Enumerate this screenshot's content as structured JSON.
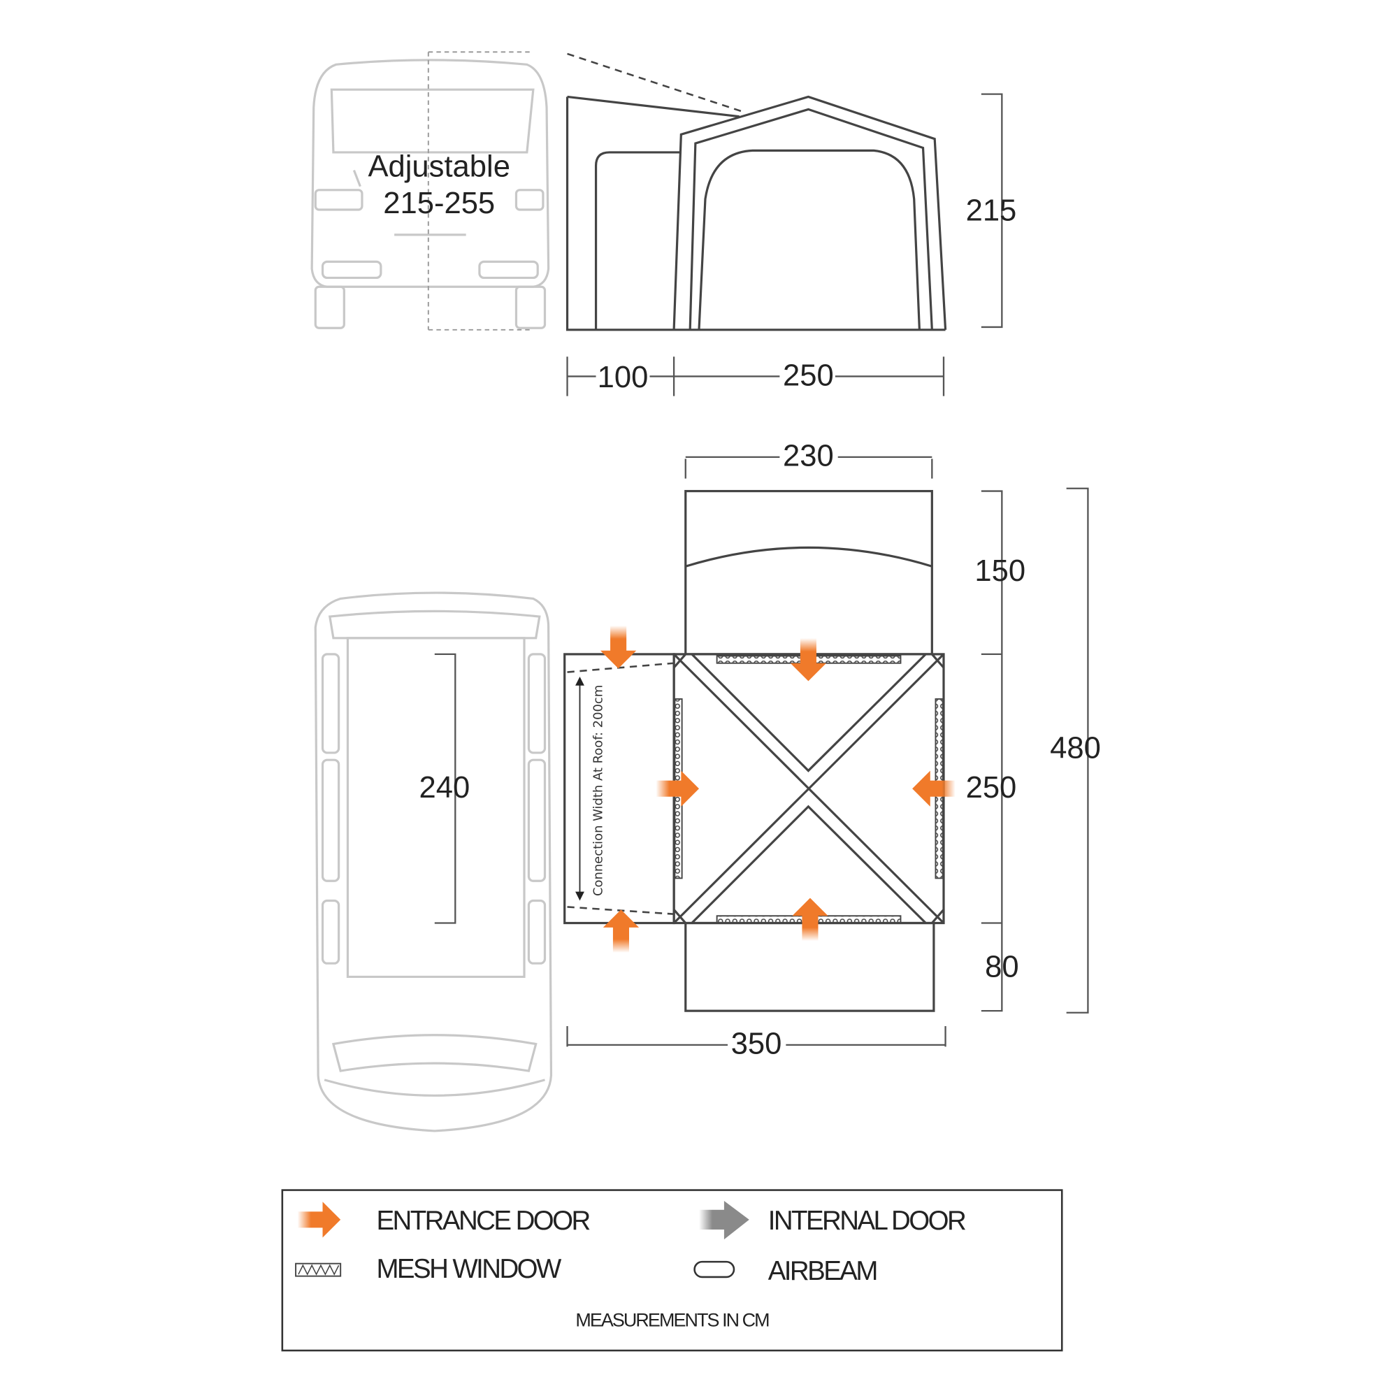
{
  "side_view": {
    "adjustable_label": "Adjustable",
    "adjustable_range": "215-255",
    "height": "215",
    "annex_length": "100",
    "tent_length": "250"
  },
  "plan_view": {
    "front_width": "230",
    "front_depth": "150",
    "total_depth": "480",
    "main_depth": "250",
    "rear_depth": "80",
    "van_length": "240",
    "total_width": "350",
    "connection_note": "Connection Width At Roof: 200cm"
  },
  "legend": {
    "entrance_door": "ENTRANCE DOOR",
    "internal_door": "INTERNAL DOOR",
    "mesh_window": "MESH WINDOW",
    "airbeam": "AIRBEAM",
    "footer": "MEASUREMENTS IN CM"
  },
  "colors": {
    "entrance": "#f07a2a",
    "internal": "#8a8a8a",
    "vehicle": "#c8c8c8",
    "outline": "#444444"
  }
}
